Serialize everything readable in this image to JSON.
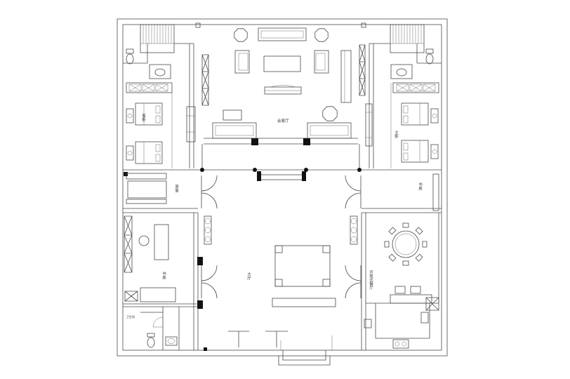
{
  "labels": {
    "reception_hall": "会客厅",
    "guest_bedroom": "客卧",
    "master_bedroom": "主卧",
    "tea_room": "茶室",
    "study_right": "书房",
    "study_left": "书房",
    "main_hall": "大厅",
    "dining": "开放式餐厅",
    "bathroom": "卫生间"
  },
  "colors": {
    "line": "#4a4a4a",
    "solid_fill": "#111111",
    "background": "#ffffff"
  }
}
